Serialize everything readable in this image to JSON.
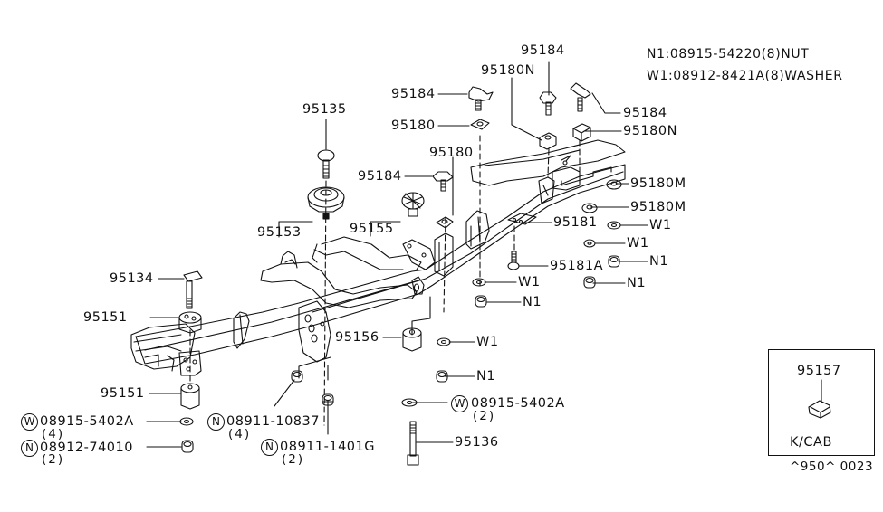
{
  "legend": {
    "nut_line": "N1:08915-54220(8)NUT",
    "washer_line": "W1:08912-8421A(8)WASHER"
  },
  "callouts": {
    "p95184_top": "95184",
    "p95180N_top": "95180N",
    "p95184_left": "95184",
    "p95184_right": "95184",
    "p95180_left": "95180",
    "p95180N_right": "95180N",
    "p95135": "95135",
    "p95180_mid": "95180",
    "p95184_mid": "95184",
    "p95180M_1": "95180M",
    "p95180M_2": "95180M",
    "p95153": "95153",
    "p95155": "95155",
    "p95181": "95181",
    "w1_a": "W1",
    "w1_b": "W1",
    "p95181A": "95181A",
    "n1_a": "N1",
    "n1_b": "N1",
    "p95134": "95134",
    "w1_c": "W1",
    "n1_c": "N1",
    "p95151_upper": "95151",
    "p95156": "95156",
    "w1_d": "W1",
    "p95151_lower": "95151",
    "n1_d": "N1",
    "p95136": "95136"
  },
  "std_parts": [
    {
      "symbol": "W",
      "number": "08915-5402A",
      "qty": "(4)"
    },
    {
      "symbol": "N",
      "number": "08912-74010",
      "qty": "(2)"
    },
    {
      "symbol": "N",
      "number": "08911-10837",
      "qty": "(4)"
    },
    {
      "symbol": "N",
      "number": "08911-1401G",
      "qty": "(2)"
    },
    {
      "symbol": "W",
      "number": "08915-5402A",
      "qty": "(2)"
    }
  ],
  "inset": {
    "part": "95157",
    "caption": "K/CAB"
  },
  "diagram_code": "^950^ 0023",
  "colors": {
    "ink": "#111111",
    "background": "#ffffff"
  }
}
